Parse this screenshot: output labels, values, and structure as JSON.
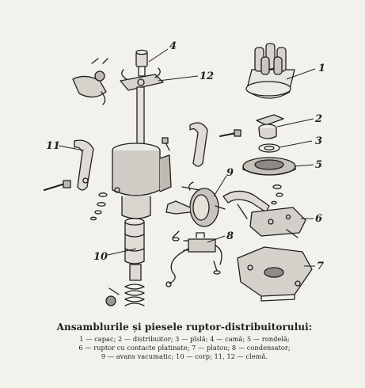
{
  "labels": [
    "1",
    "2",
    "3",
    "4",
    "5",
    "6",
    "7",
    "8",
    "9",
    "10",
    "11",
    "12"
  ],
  "caption": {
    "title": "Ansamblurile și piesele ruptor-distribuitorului:",
    "legend_lines": [
      "1 — capac; 2 — distribuitor; 3 — pîslă; 4 — camă; 5 — rondelă;",
      "6 — ruptor cu contacte platinate; 7 — platou; 8 — condensator;",
      "9 — avans vacumatic; 10 — corp; 11, 12 — clemă."
    ]
  }
}
